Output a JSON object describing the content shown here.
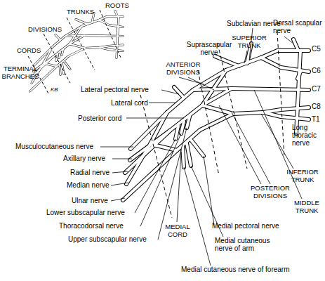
{
  "diagram": {
    "labels": [
      "ROOTS",
      "TRUNKS",
      "DIVISIONS",
      "CORDS",
      "TERMINAL BRANCHES",
      "KB",
      "Subclavian nerve",
      "SUPERIOR TRUNK",
      "Dorsal scapular nerve",
      "Suprascapular nerve",
      "C5",
      "C6",
      "C7",
      "C8",
      "T1",
      "Long thoracic nerve",
      "ANTERIOR DIVISIONS",
      "Lateral pectoral nerve",
      "Lateral cord",
      "Posterior cord",
      "Musculocutaneous nerve",
      "Axillary nerve",
      "Radial nerve",
      "Median nerve",
      "Ulnar nerve",
      "Lower subscapular nerve",
      "Thoracodorsal nerve",
      "Upper subscapular nerve",
      "MEDIAL CORD",
      "Medial cutaneous nerve of forearm",
      "Medial cutaneous nerve of arm",
      "Medial pectoral nerve",
      "POSTERIOR DIVISIONS",
      "MIDDLE TRUNK",
      "INFERIOR TRUNK"
    ]
  }
}
